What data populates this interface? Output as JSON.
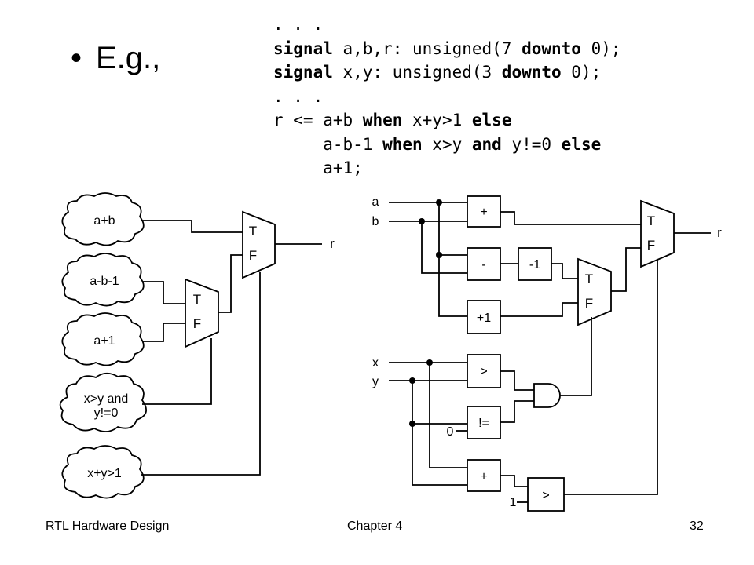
{
  "bullet": "E.g.,",
  "code_lines": [
    [
      {
        "t": ". . ."
      }
    ],
    [
      {
        "t": "signal",
        "k": 1
      },
      {
        "t": " a,b,r: unsigned(7 "
      },
      {
        "t": "downto",
        "k": 1
      },
      {
        "t": " 0);"
      }
    ],
    [
      {
        "t": "signal",
        "k": 1
      },
      {
        "t": " x,y: unsigned(3 "
      },
      {
        "t": "downto",
        "k": 1
      },
      {
        "t": " 0);"
      }
    ],
    [
      {
        "t": ". . ."
      }
    ],
    [
      {
        "t": "r <= a+b "
      },
      {
        "t": "when",
        "k": 1
      },
      {
        "t": " x+y>1 "
      },
      {
        "t": "else",
        "k": 1
      }
    ],
    [
      {
        "t": "     a-b-1 "
      },
      {
        "t": "when",
        "k": 1
      },
      {
        "t": " x>y "
      },
      {
        "t": "and",
        "k": 1
      },
      {
        "t": " y!=0 "
      },
      {
        "t": "else",
        "k": 1
      }
    ],
    [
      {
        "t": "     a+1;"
      }
    ]
  ],
  "left_diagram": {
    "clouds": [
      {
        "id": "cloud-a-plus-b",
        "lines": [
          "a+b"
        ]
      },
      {
        "id": "cloud-a-minus-b-minus-1",
        "lines": [
          "a-b-1"
        ]
      },
      {
        "id": "cloud-a-plus-1",
        "lines": [
          "a+1"
        ]
      },
      {
        "id": "cloud-condition-x-gt-y-and-y-ne-0",
        "lines": [
          "x>y and",
          "y!=0"
        ]
      },
      {
        "id": "cloud-condition-x-plus-y-gt-1",
        "lines": [
          "x+y>1"
        ]
      }
    ],
    "mux_true_label": "T",
    "mux_false_label": "F",
    "output_label": "r"
  },
  "right_diagram": {
    "inputs": [
      "a",
      "b",
      "x",
      "y"
    ],
    "output_label": "r",
    "blocks": {
      "add_ab": "+",
      "sub_ab": "-",
      "minus_one": "-1",
      "plus_one": "+1",
      "greater": ">",
      "not_equal": "!=",
      "add_xy": "+",
      "greater_one": ">"
    },
    "constant_zero": "0",
    "constant_one": "1",
    "mux_true_label": "T",
    "mux_false_label": "F"
  },
  "footer": {
    "left": "RTL Hardware Design",
    "center": "Chapter 4",
    "right": "32"
  }
}
